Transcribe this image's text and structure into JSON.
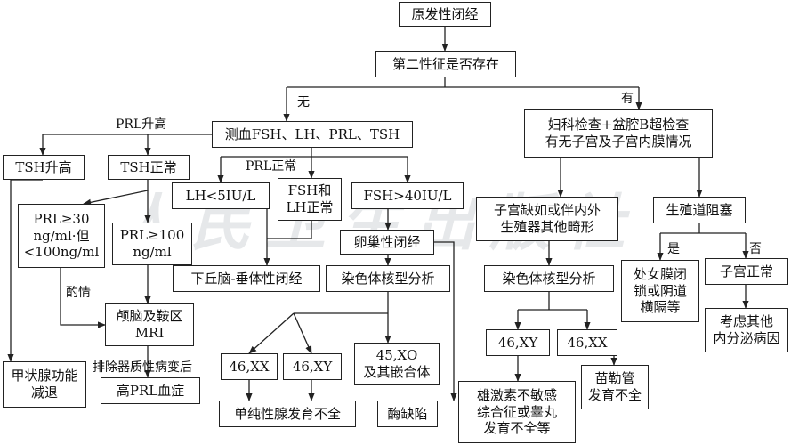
{
  "watermark": "人民卫生出版社",
  "nodes": {
    "primary_amenorrhea": "原发性闭经",
    "secondary_sex_chars": "第二性征是否存在",
    "blood_test": "测血FSH、LH、PRL、TSH",
    "gyn_exam": "妇科检查+盆腔B超检查\n有无子宫及子宫内膜情况",
    "tsh_high": "TSH升高",
    "tsh_normal": "TSH正常",
    "lh_low": "LH<5IU/L",
    "fsh_lh_normal": "FSH和\nLH正常",
    "fsh_high": "FSH>40IU/L",
    "uterus_absent": "子宫缺如或伴内外\n生殖器其他畸形",
    "tract_obstruction": "生殖道阻塞",
    "prl_30_100": "PRL≥30\nng/ml·但\n<100ng/ml",
    "prl_100": "PRL≥100\nng/ml",
    "ovarian_amenorrhea": "卵巢性闭经",
    "hypothalamic_pituitary": "下丘脑-垂体性闭经",
    "karyotype_left": "染色体核型分析",
    "karyotype_right": "染色体核型分析",
    "hymen_atresia": "处女膜闭\n锁或阴道\n横隔等",
    "uterus_normal": "子宫正常",
    "cranial_mri": "颅脑及鞍区\nMRI",
    "karyotype_45xo": "45,XO\n及其嵌合体",
    "k46xx_left": "46,XX",
    "k46xy_left": "46,XY",
    "k46xy_right": "46,XY",
    "k46xx_right": "46,XX",
    "other_endocrine": "考虑其他\n内分泌病因",
    "hypothyroidism": "甲状腺功能\n减退",
    "hyperprolactinemia": "高PRL血症",
    "pure_gonadal_dysgenesis": "单纯性腺发育不全",
    "enzyme_deficiency": "酶缺陷",
    "androgen_insensitivity": "雄激素不敏感\n综合征或睾丸\n发育不全等",
    "mullerian_dysgenesis": "苗勒管\n发育不全"
  },
  "labels": {
    "no": "无",
    "yes": "有",
    "prl_high": "PRL升高",
    "prl_normal": "PRL正常",
    "medication": "酌情",
    "exclude_organic": "排除器质性病变后",
    "shi": "是",
    "fou": "否"
  }
}
